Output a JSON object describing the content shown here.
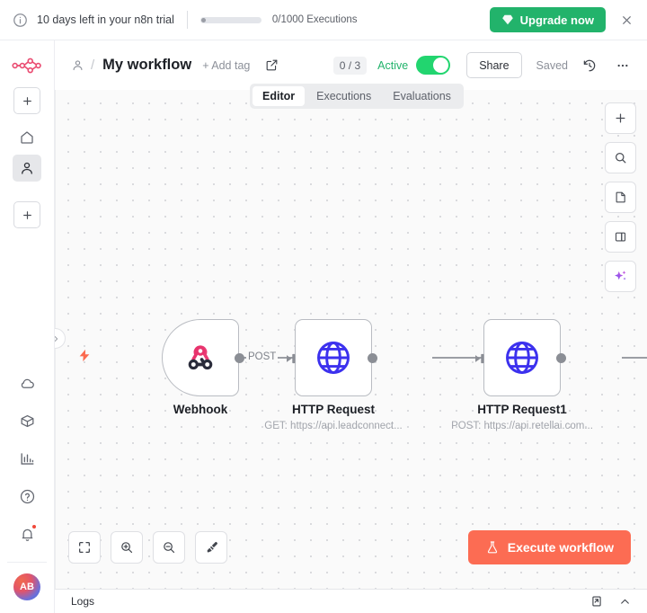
{
  "banner": {
    "info_icon": "info-circle-icon",
    "text": "10 days left in your n8n trial",
    "executions_label": "0/1000 Executions",
    "upgrade_label": "Upgrade now",
    "upgrade_icon": "diamond-icon",
    "upgrade_color": "#22b36b",
    "close_icon": "close-icon"
  },
  "rail": {
    "logo_icon": "n8n-logo-icon",
    "add_button_icon": "plus-icon",
    "items": [
      {
        "icon": "home-icon",
        "name": "home",
        "active": false
      },
      {
        "icon": "person-icon",
        "name": "personal",
        "active": true
      }
    ],
    "add_project_icon": "plus-icon",
    "bottom_items": [
      {
        "icon": "cloud-icon",
        "name": "templates"
      },
      {
        "icon": "box-icon",
        "name": "variables"
      },
      {
        "icon": "bar-chart-icon",
        "name": "insights"
      },
      {
        "icon": "help-circle-icon",
        "name": "help"
      },
      {
        "icon": "bell-icon",
        "name": "notifications",
        "badge": true
      }
    ],
    "avatar_initials": "AB"
  },
  "header": {
    "owner_icon": "person-icon",
    "separator": "/",
    "workflow_title": "My workflow",
    "add_tag_label": "+ Add tag",
    "edit_icon": "edit-square-icon",
    "execution_count": "0 / 3",
    "active_label": "Active",
    "active_toggle_on": true,
    "toggle_color": "#22d56f",
    "share_label": "Share",
    "saved_label": "Saved",
    "history_icon": "history-clock-icon",
    "more_icon": "ellipsis-icon"
  },
  "tabs": [
    {
      "label": "Editor",
      "active": true
    },
    {
      "label": "Executions",
      "active": false
    },
    {
      "label": "Evaluations",
      "active": false
    }
  ],
  "canvas": {
    "collapse_icon": "chevron-right-icon",
    "trigger_icon": "lightning-bolt-icon",
    "trigger_color": "#fb6a4f",
    "connection_label": "POST",
    "add_node_icon": "plus-icon",
    "nodes": [
      {
        "name": "webhook",
        "icon": "webhook-icon",
        "label": "Webhook",
        "subtitle": "",
        "shape": "trigger"
      },
      {
        "name": "http-request",
        "icon": "globe-icon",
        "label": "HTTP Request",
        "subtitle": "GET: https://api.leadconnect...",
        "shape": "default"
      },
      {
        "name": "http-request-1",
        "icon": "globe-icon",
        "label": "HTTP Request1",
        "subtitle": "POST: https://api.retellai.com...",
        "shape": "default"
      }
    ],
    "tools": [
      {
        "icon": "plus-icon",
        "name": "add-node-tool"
      },
      {
        "icon": "search-icon",
        "name": "search-nodes-tool"
      },
      {
        "icon": "file-icon",
        "name": "add-sticky-note-tool"
      },
      {
        "icon": "panel-icon",
        "name": "toggle-panel-tool"
      },
      {
        "icon": "sparkles-icon",
        "name": "ai-assistant-tool"
      }
    ],
    "zoom_tools": [
      {
        "icon": "fit-view-icon",
        "name": "zoom-to-fit"
      },
      {
        "icon": "zoom-in-icon",
        "name": "zoom-in"
      },
      {
        "icon": "zoom-out-icon",
        "name": "zoom-out"
      },
      {
        "icon": "tidy-up-icon",
        "name": "tidy-up"
      }
    ],
    "execute_label": "Execute workflow",
    "execute_icon": "flask-icon",
    "execute_color": "#fc6c53"
  },
  "logs": {
    "label": "Logs",
    "popout_icon": "pop-out-icon",
    "chevron_icon": "chevron-up-icon"
  }
}
